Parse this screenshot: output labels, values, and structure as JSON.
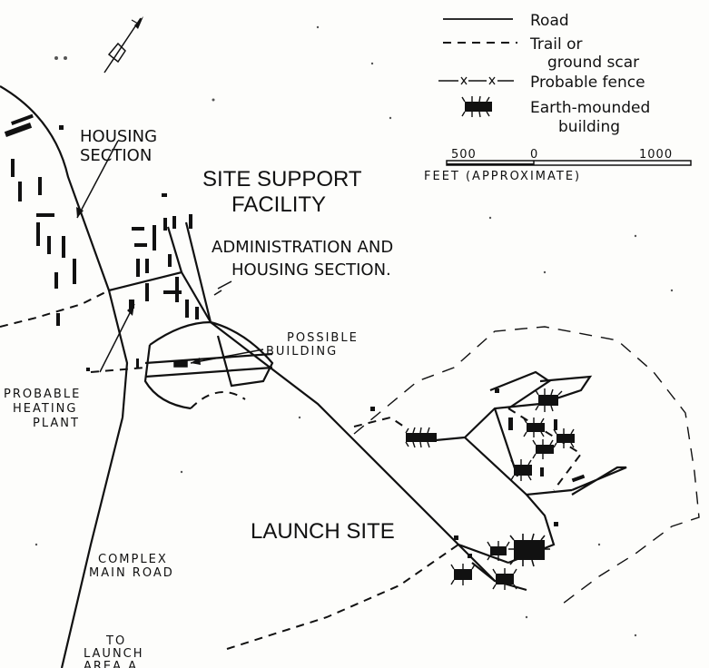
{
  "labels": {
    "housing_section": [
      "HOUSING",
      "SECTION"
    ],
    "site_support": [
      "SITE SUPPORT",
      "FACILITY"
    ],
    "admin_housing": [
      "ADMINISTRATION AND",
      "HOUSING SECTION."
    ],
    "possible_building": [
      "POSSIBLE",
      "BUILDING"
    ],
    "heating_plant": [
      "PROBABLE",
      "HEATING",
      "PLANT"
    ],
    "launch_site": "LAUNCH SITE",
    "main_road": [
      "COMPLEX",
      "MAIN ROAD"
    ],
    "to_launch": [
      "TO",
      "LAUNCH",
      "AREA A"
    ]
  },
  "legend": {
    "road": "Road",
    "trail": [
      "Trail or",
      "ground scar"
    ],
    "fence": "Probable fence",
    "building": [
      "Earth-mounded",
      "building"
    ]
  },
  "scale": {
    "tick_left": "500",
    "tick_mid": "0",
    "tick_right": "1000",
    "caption": "FEET (APPROXIMATE)"
  },
  "colors": {
    "ink": "#111111",
    "paper": "#fdfdfb"
  },
  "icons": {
    "north_arrow": "north-arrow-icon"
  }
}
